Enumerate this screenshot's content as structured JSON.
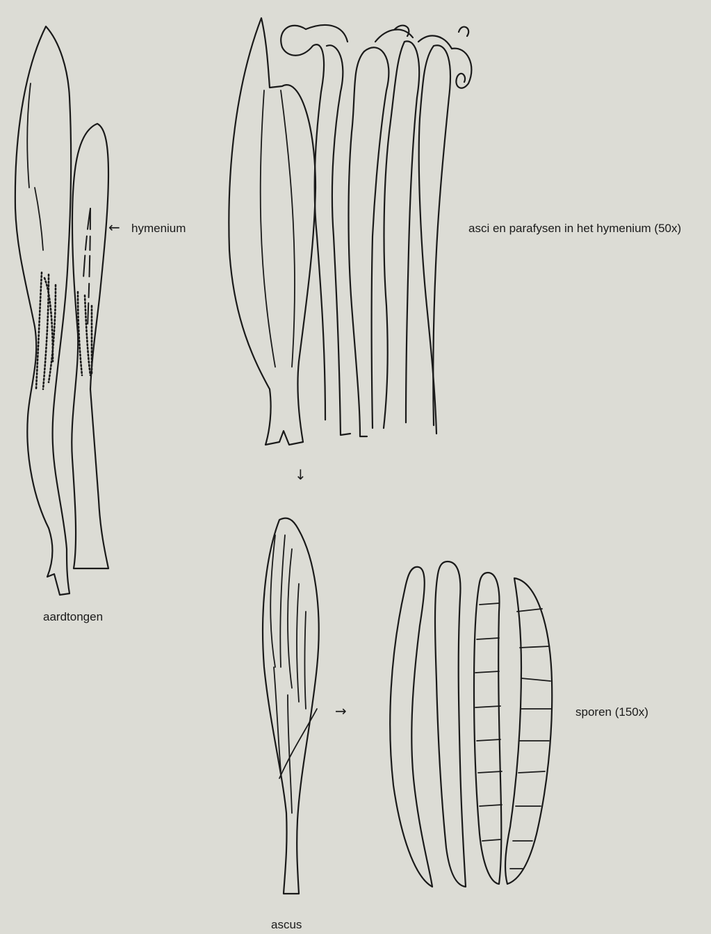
{
  "labels": {
    "hymenium": "hymenium",
    "asci_paraphyses": "asci en parafysen in het hymenium (50x)",
    "earth_tongues": "aardtongen",
    "spores": "sporen (150x)",
    "ascus": "ascus"
  },
  "arrows": {
    "left": "←",
    "down": "↓",
    "right": "→"
  },
  "colors": {
    "background": "#dcdcd5",
    "ink": "#1a1a1a"
  },
  "spores": {
    "septate_spore_septa_counts": [
      0,
      0,
      8,
      9
    ]
  }
}
